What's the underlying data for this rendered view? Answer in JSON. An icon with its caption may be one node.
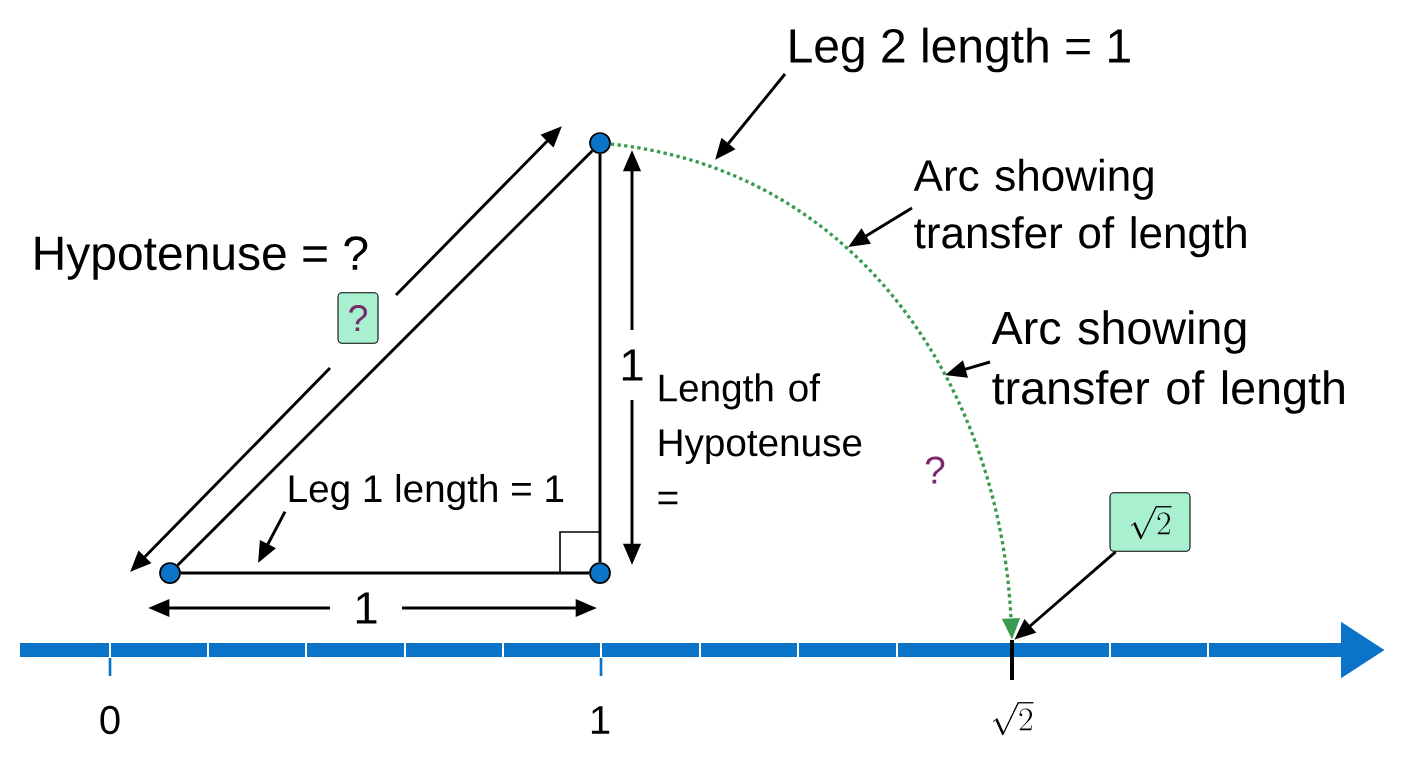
{
  "diagram": {
    "nodes": [
      {
        "text": [],
        "shape": "circle"
      },
      {
        "text": [],
        "shape": "circle"
      },
      {
        "text": [],
        "shape": "circle"
      },
      {
        "text": [],
        "shape": "bar"
      },
      {
        "text": [
          "Leg 2 length = 1"
        ]
      },
      {
        "text": [
          "Arc showing transfer of length"
        ]
      },
      {
        "text": [
          "Arc showing transfer of length"
        ]
      },
      {
        "text": [
          "Leg 1 length = 1"
        ]
      },
      {
        "text": [
          "?"
        ]
      },
      {
        "text": [
          "\\sqrt{2}"
        ]
      }
    ],
    "edges": [
      {
        "from": 0,
        "to": 1,
        "arrow": "none"
      },
      {
        "from": 1,
        "to": 2,
        "arrow": "none"
      },
      {
        "from": 0,
        "to": 2,
        "arrow": "none"
      },
      {
        "from": 2,
        "to": 3,
        "arrow": "to",
        "style": "dashed",
        "color": "#3a9b50"
      },
      {
        "from": 4,
        "to": null,
        "arrow": "to"
      },
      {
        "from": 5,
        "to": null,
        "arrow": "to"
      },
      {
        "from": 6,
        "to": null,
        "arrow": "to"
      },
      {
        "from": 7,
        "to": null,
        "arrow": "to"
      },
      {
        "from": 9,
        "to": 3,
        "arrow": "to"
      }
    ],
    "labels": [
      "Hypotenuse = ?",
      "1",
      "Length of Hypotenuse =",
      "?",
      "1",
      "0",
      "1",
      "\\sqrt{2}"
    ]
  }
}
